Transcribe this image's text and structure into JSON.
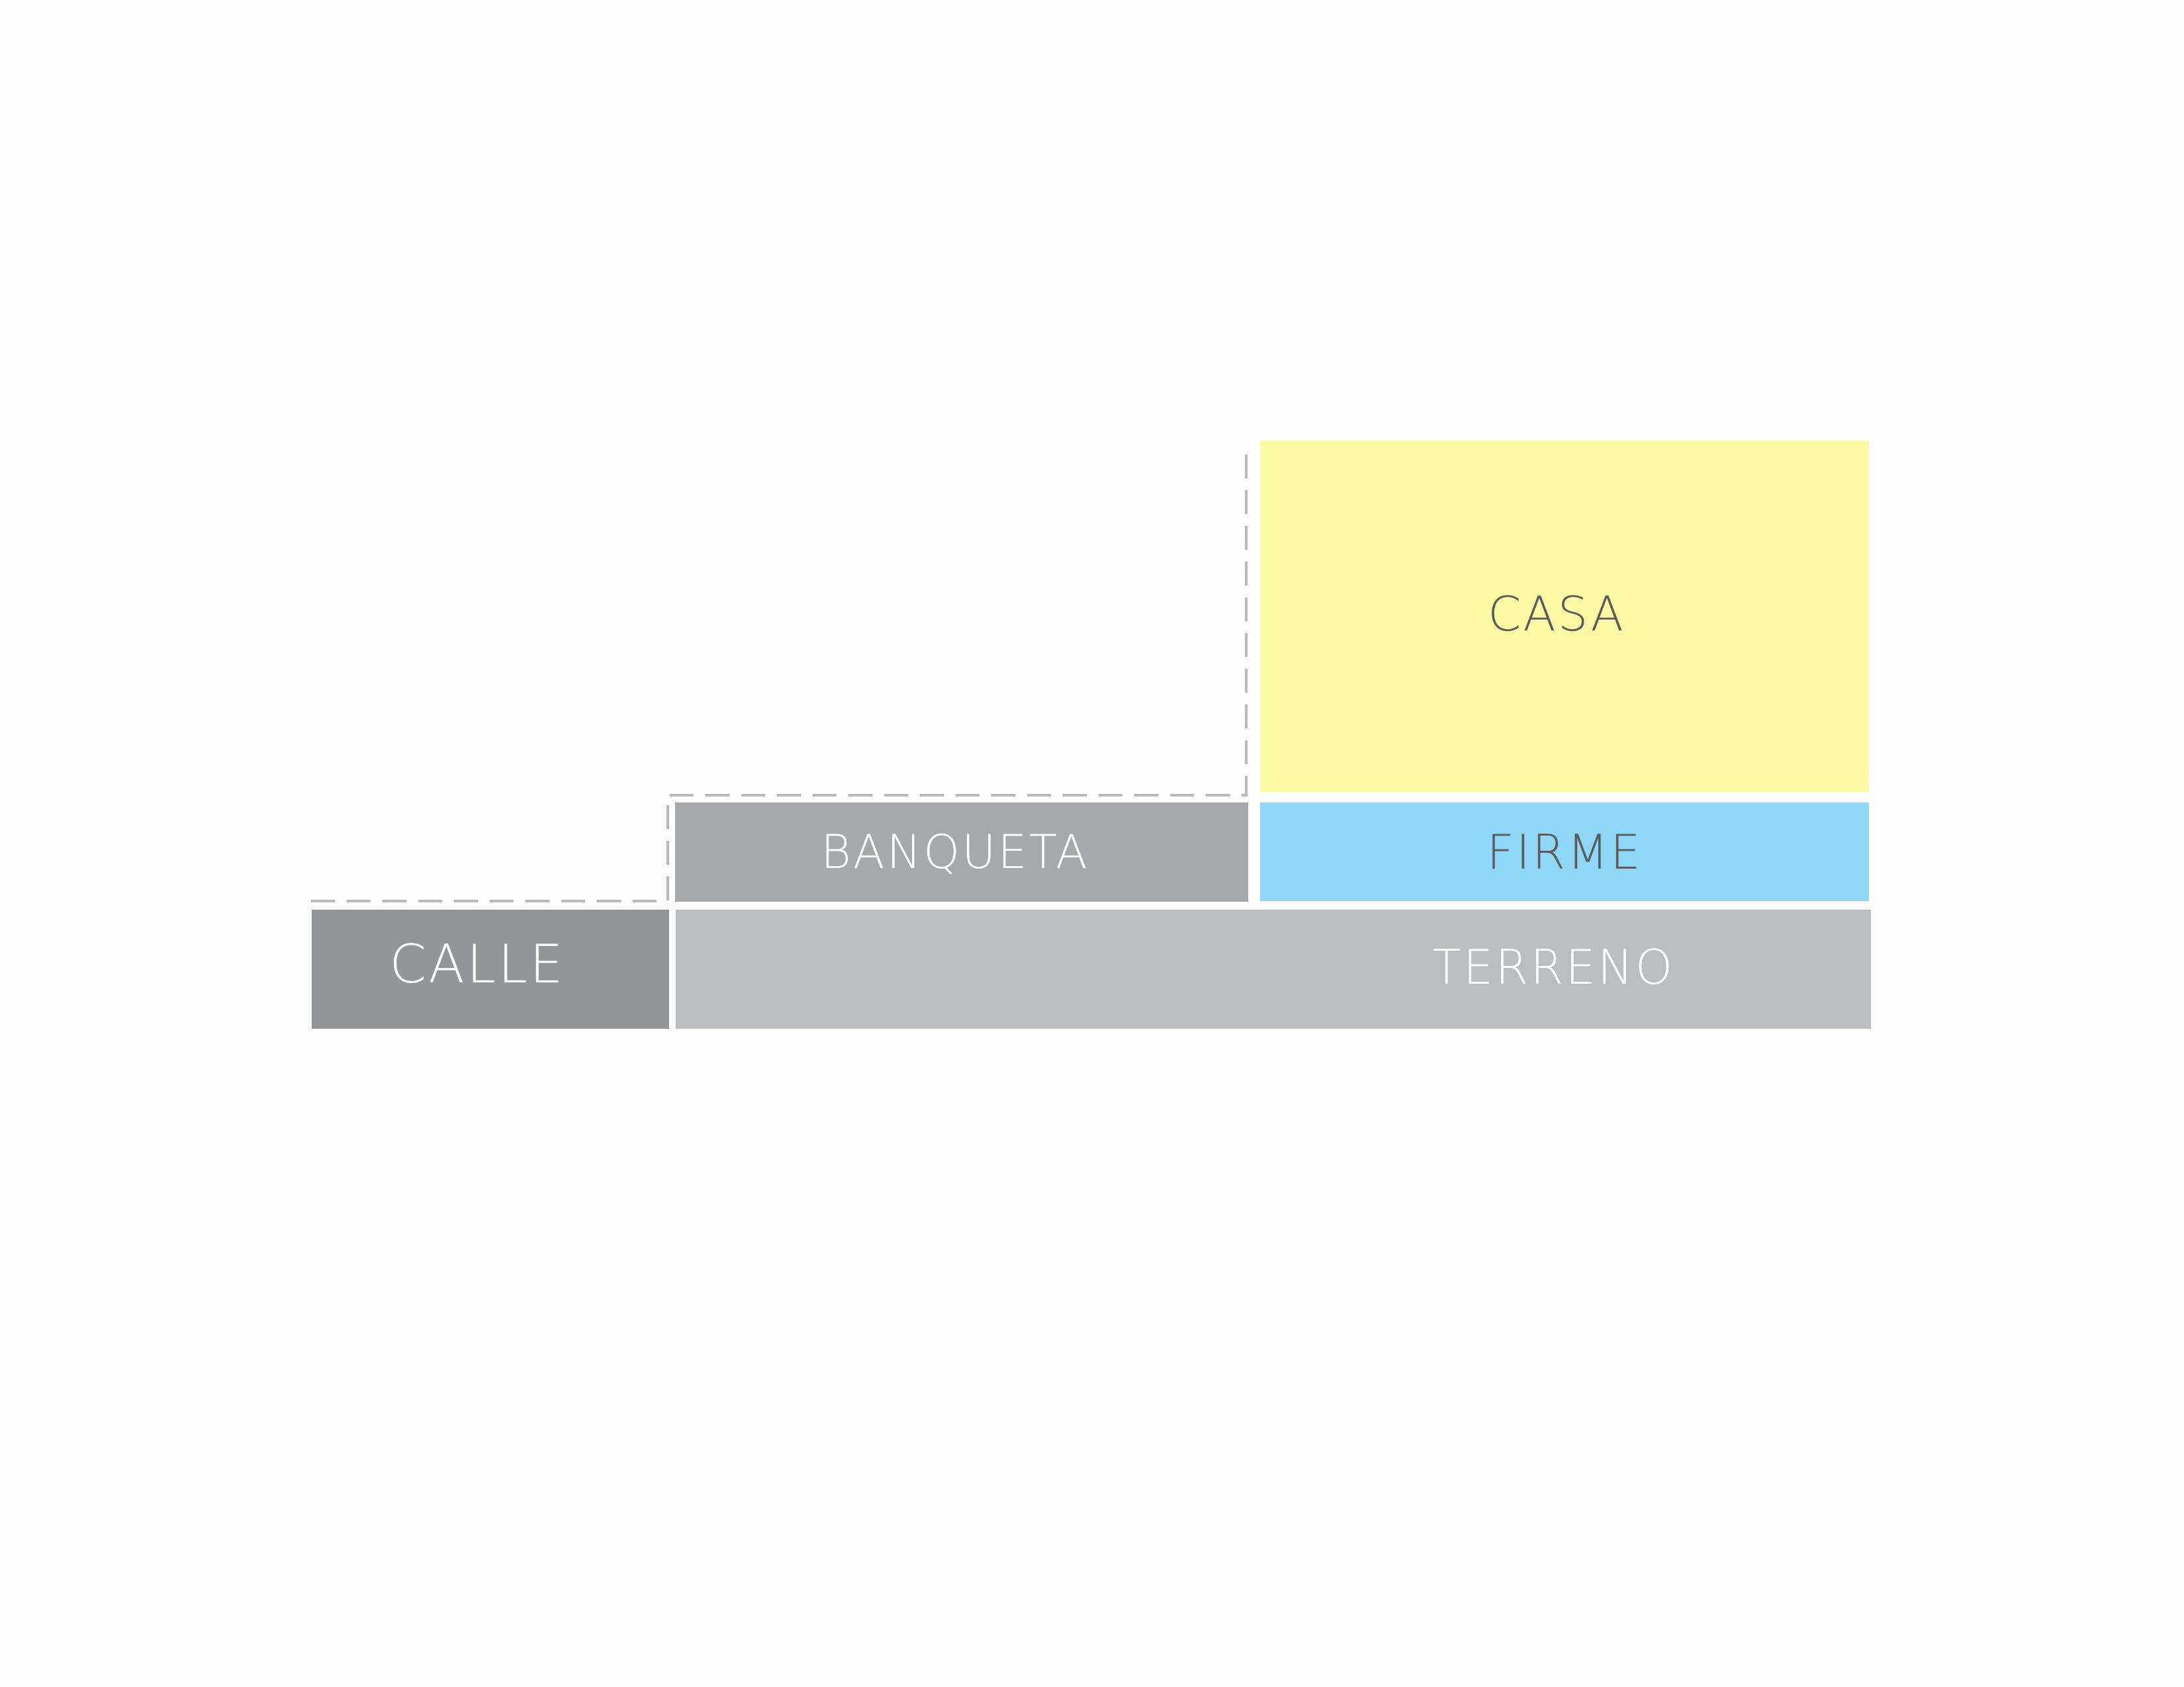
{
  "blocks": {
    "casa": {
      "label": "CASA",
      "color": "#fdf8a3",
      "text_color": "#5b5b5b"
    },
    "firme": {
      "label": "FIRME",
      "color": "#8ed7f6",
      "text_color": "#5b5b5b"
    },
    "banqueta": {
      "label": "BANQUETA",
      "color": "#a7a8aa",
      "text_color": "#ffffff"
    },
    "calle": {
      "label": "CALLE",
      "color": "#939598",
      "text_color": "#ffffff"
    },
    "terreno": {
      "label": "TERRENO",
      "color": "#bcbdbf",
      "text_color": "#ffffff"
    }
  },
  "outline_color": "#b8b8ba"
}
